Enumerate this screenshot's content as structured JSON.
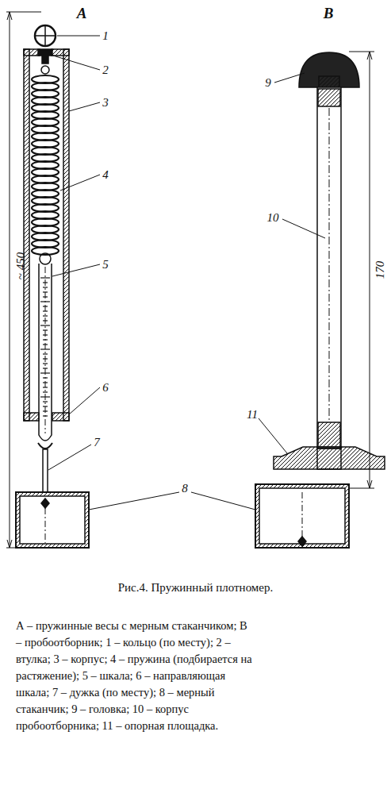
{
  "diagram": {
    "caption": "Рис.4. Пружинный плотномер.",
    "labels": [
      "А",
      "В",
      "1",
      "2",
      "3",
      "4",
      "5",
      "6",
      "7",
      "8",
      "9",
      "10",
      "11",
      "~ 450",
      "170",
      "А – пружинные весы с мерным стаканчиком; В – пробоотборник; 1 – кольцо (по месту); 2 – втулка; 3 – корпус; 4 – пружина (подбирается на растяжение); 5 – шкала; 6 – направляющая шкала; 7 – дужка (по месту); 8 – мерный стаканчик; 9 – головка; 10 – корпус пробоотборника; 11 – опорная площадка."
    ]
  }
}
